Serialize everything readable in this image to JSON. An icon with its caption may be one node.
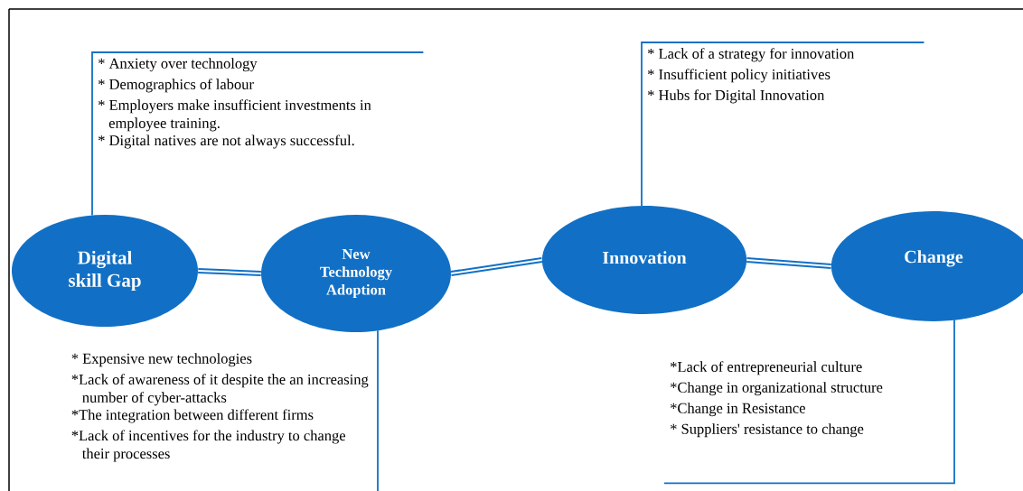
{
  "diagram": {
    "nodes": [
      {
        "text": [
          "Digital skill Gap"
        ]
      },
      {
        "text": [
          "New Technology Adoption"
        ]
      },
      {
        "text": [
          "Innovation"
        ]
      },
      {
        "text": [
          "Change"
        ]
      },
      {
        "text": [
          "* Anxiety over technology",
          "* Demographics of labour",
          "* Employers make insufficient investments in employee training.",
          "* Digital natives are not always successful."
        ]
      },
      {
        "text": [
          "* Lack of a strategy for innovation",
          "* Insufficient policy initiatives",
          "* Hubs for Digital Innovation"
        ]
      },
      {
        "text": [
          "* Expensive new technologies",
          "*Lack of awareness of it despite the an increasing number of cyber-attacks",
          "*The integration between different firms",
          "*Lack of incentives for the industry to change their processes"
        ]
      },
      {
        "text": [
          "*Lack of entrepreneurial culture",
          "*Change in organizational structure",
          "*Change in Resistance",
          "* Suppliers' resistance to change"
        ]
      }
    ],
    "edges": [
      {
        "from": 0,
        "to": 1,
        "arrow": "none",
        "style": "thick"
      },
      {
        "from": 1,
        "to": 2,
        "arrow": "none",
        "style": "thick"
      },
      {
        "from": 2,
        "to": 3,
        "arrow": "none",
        "style": "thick"
      },
      {
        "from": 0,
        "to": 4,
        "arrow": "none"
      },
      {
        "from": 1,
        "to": 6,
        "arrow": "none"
      },
      {
        "from": 2,
        "to": 5,
        "arrow": "none"
      },
      {
        "from": 3,
        "to": 7,
        "arrow": "none"
      }
    ]
  }
}
